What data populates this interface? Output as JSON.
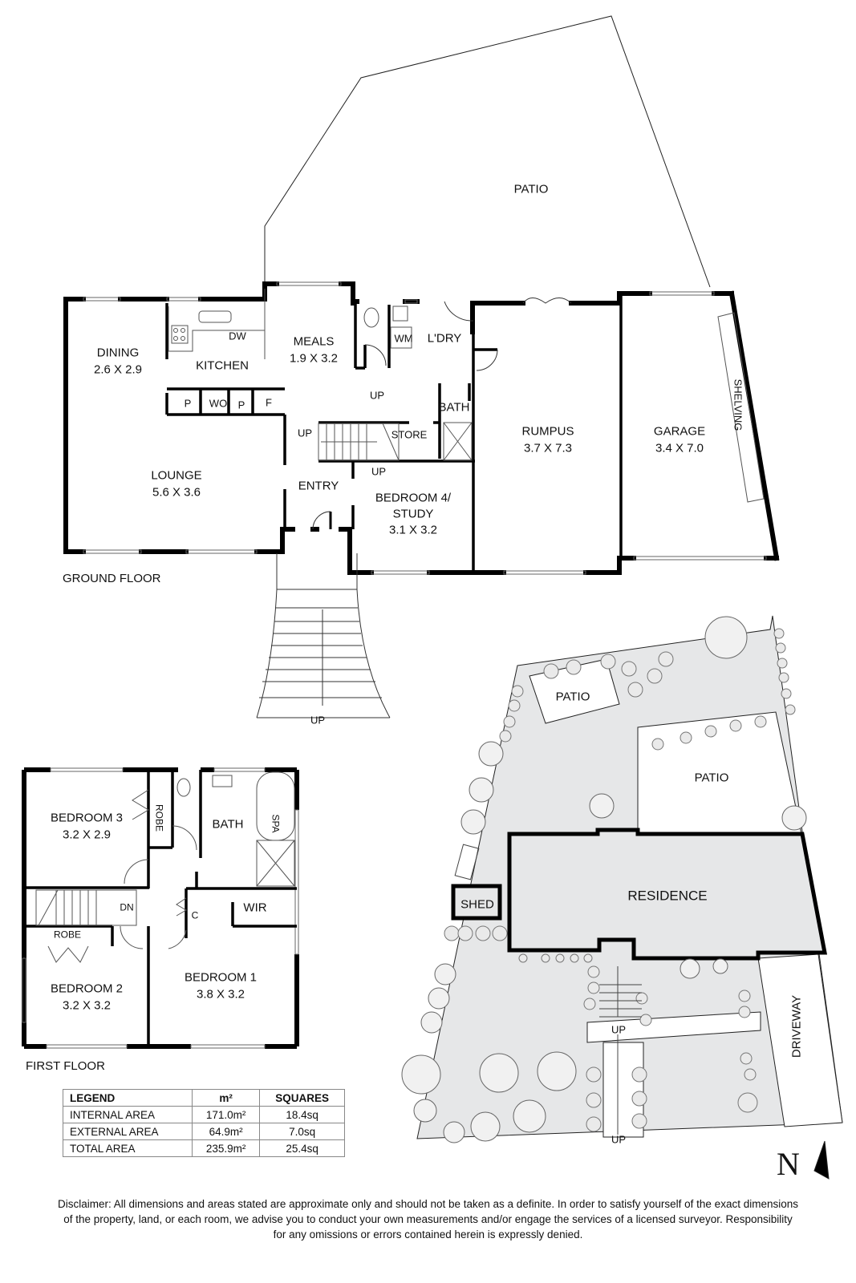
{
  "ground_floor": {
    "title": "GROUND FLOOR",
    "patio_label": "PATIO",
    "rooms": {
      "dining": {
        "name": "DINING",
        "size": "2.6 X 2.9"
      },
      "kitchen": {
        "name": "KITCHEN"
      },
      "meals": {
        "name": "MEALS",
        "size": "1.9 X 3.2"
      },
      "lounge": {
        "name": "LOUNGE",
        "size": "5.6 X 3.6"
      },
      "entry": {
        "name": "ENTRY"
      },
      "laundry": {
        "name": "L'DRY"
      },
      "bath": {
        "name": "BATH"
      },
      "store": {
        "name": "STORE"
      },
      "bedroom4": {
        "name": "BEDROOM 4/",
        "name2": "STUDY",
        "size": "3.1 X 3.2"
      },
      "rumpus": {
        "name": "RUMPUS",
        "size": "3.7 X 7.3"
      },
      "garage": {
        "name": "GARAGE",
        "size": "3.4 X 7.0"
      }
    },
    "fixtures": {
      "dishwasher": "DW",
      "washing_machine": "WM",
      "pantry1": "P",
      "wall_oven": "WO",
      "pantry2": "P",
      "fridge": "F",
      "shelving": "SHELVING"
    },
    "stair_labels": {
      "up1": "UP",
      "up2": "UP",
      "up3": "UP",
      "front_up": "UP"
    }
  },
  "first_floor": {
    "title": "FIRST FLOOR",
    "rooms": {
      "bedroom3": {
        "name": "BEDROOM 3",
        "size": "3.2 X 2.9"
      },
      "robe1": {
        "name": "ROBE"
      },
      "bath": {
        "name": "BATH"
      },
      "spa": {
        "name": "SPA"
      },
      "wir": {
        "name": "WIR"
      },
      "cupboard": {
        "name": "C"
      },
      "robe2": {
        "name": "ROBE"
      },
      "bedroom2": {
        "name": "BEDROOM 2",
        "size": "3.2 X 3.2"
      },
      "bedroom1": {
        "name": "BEDROOM 1",
        "size": "3.8 X 3.2"
      }
    },
    "stair_label": "DN"
  },
  "site_plan": {
    "patio1": "PATIO",
    "patio2": "PATIO",
    "residence": "RESIDENCE",
    "shed": "SHED",
    "driveway": "DRIVEWAY",
    "up1": "UP",
    "up2": "UP"
  },
  "legend": {
    "headers": [
      "LEGEND",
      "m²",
      "SQUARES"
    ],
    "rows": [
      {
        "label": "INTERNAL AREA",
        "m2": "171.0m²",
        "sq": "18.4sq"
      },
      {
        "label": "EXTERNAL AREA",
        "m2": "64.9m²",
        "sq": "7.0sq"
      },
      {
        "label": "TOTAL AREA",
        "m2": "235.9m²",
        "sq": "25.4sq"
      }
    ]
  },
  "north_arrow": {
    "label": "N"
  },
  "disclaimer": {
    "line1": "Disclaimer: All dimensions and areas stated are approximate only and should not be taken as a definite. In order to satisfy yourself of the exact dimensions",
    "line2": "of the property, land, or each room, we advise you to conduct your own measurements and/or engage the services of a licensed surveyor. Responsibility",
    "line3": "for any omissions or errors contained herein is expressly denied."
  },
  "colors": {
    "wall": "#000000",
    "landscape_fill": "#e6e7e8",
    "line": "#222222"
  }
}
